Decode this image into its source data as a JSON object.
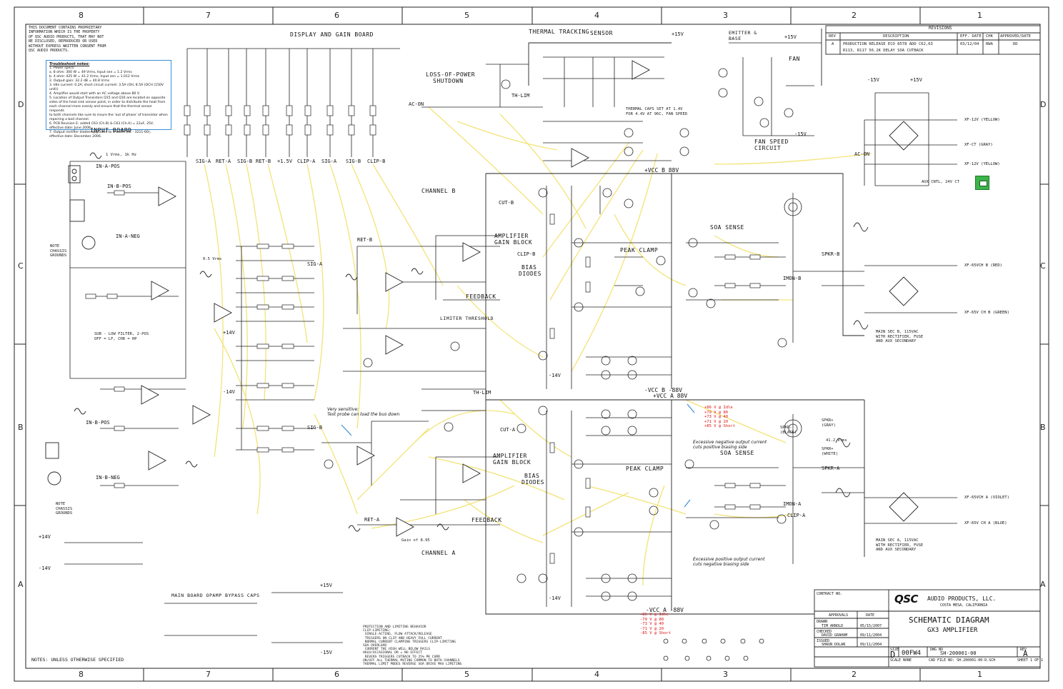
{
  "zones": {
    "columns": [
      "8",
      "7",
      "6",
      "5",
      "4",
      "3",
      "2",
      "1"
    ],
    "rows": [
      "D",
      "C",
      "B",
      "A"
    ]
  },
  "confidential_notice": "THIS DOCUMENT CONTAINS PROPRIETARY\nINFORMATION WHICH IS THE PROPERTY\nOF QSC AUDIO PRODUCTS, THAT MAY NOT\nBE DISCLOSED, REPRODUCED OR USED\nWITHOUT EXPRESS WRITTEN CONSENT FROM\nQSC AUDIO PRODUCTS.",
  "troubleshoot": {
    "heading": "Troubleshoot notes:",
    "items": [
      "1. Power specs:",
      "   a. 8 ohm: 300 W = 49 Vrms, Input sen = 1.2 Vrms",
      "   b. 4 ohm: 425 W = 41.2 Vrms, Input sen = 1.012 Vrms",
      "2. Output gain: 32.2 dB = 40.8 Vrms",
      "3. Idle current: 0.2A; short circuit current: 3.5A (OH, 8.5A (OCH (150V unit))",
      "4. Amplifier would start with an AC voltage above 80 V.",
      "5. Location of Output Transistors Q15 and Q16 are located on opposite",
      "   sides of the heat sink sensor point, in order to distribute the heat from",
      "   each channel more evenly and ensure that the thermal sensor responds",
      "   to both channels like sure to insure the 'out of phase' of transistor when",
      "   repairing a bad channel.",
      "6. PCB Revision E: added C63 (Ch.B) & C63 (Ch.A) = 22uF, 25V,",
      "   effective date: June 2006",
      "7. Output rectifier diodes upgraded to 3 watts (RE - 3211-60),",
      "   effective date: December 2006."
    ]
  },
  "revisions": {
    "title": "REVISIONS",
    "headers": [
      "REV",
      "DESCRIPTION",
      "EFF. DATE",
      "CHK",
      "APPROVED/DATE"
    ],
    "rows": [
      [
        "A",
        "PRODUCTION RELEASE ECO 8578 ADD C62,63",
        "03/12/04",
        "RWA",
        "DD"
      ],
      [
        "",
        "R113, R117 56.2K DELAY SOA CUTBACK",
        "",
        "",
        ""
      ]
    ]
  },
  "section_titles": {
    "display_gain": "DISPLAY AND GAIN BOARD",
    "input_board": "INPUT BOARD",
    "thermal_tracking": "THERMAL TRACKING",
    "sensor": "SENSOR",
    "loss_of_power": "LOSS-OF-POWER",
    "shutdown": "SHUTDOWN",
    "fan": "FAN",
    "fan_speed": "FAN SPEED",
    "fan_circuit": "CIRCUIT",
    "channel_b": "CHANNEL B",
    "channel_a": "CHANNEL A",
    "amp_gain_block_b": "AMPLIFIER",
    "amp_gain_block_b2": "GAIN BLOCK",
    "amp_gain_block_a": "AMPLIFIER",
    "amp_gain_block_a2": "GAIN BLOCK",
    "bias_diodes_b": "BIAS",
    "bias_diodes_b2": "DIODES",
    "bias_diodes_a": "BIAS",
    "bias_diodes_a2": "DIODES",
    "peak_clamp_b": "PEAK CLAMP",
    "peak_clamp_a": "PEAK CLAMP",
    "soa_sense_b": "SOA SENSE",
    "soa_sense_a": "SOA SENSE",
    "feedback_b": "FEEDBACK",
    "feedback_a": "FEEDBACK",
    "limiter_threshold": "LIMITER THRESHOLD",
    "main_board_opamp": "MAIN BOARD OPAMP BYPASS CAPS",
    "emitter_sense": "EMITTER &",
    "base": "BASE"
  },
  "net_labels": {
    "sig_a": "SIG-A",
    "ret_a": "RET-A",
    "sig_b": "SIG-B",
    "ret_b": "RET-B",
    "clip_a": "CLIP-A",
    "clip_b": "CLIP-B",
    "in_a_pos": "IN-A-POS",
    "in_b_pos": "IN-B-POS",
    "in_a_neg": "IN-A-NEG",
    "in_b_neg": "IN-B-NEG",
    "vcc_b_pos": "+VCC B 88V",
    "vcc_b_neg": "-VCC B -88V",
    "vcc_a_pos": "+VCC A 88V",
    "vcc_a_neg": "-VCC A -88V",
    "ac_on": "AC-ON",
    "th_lim": "TH-LIM",
    "cut_a": "CUT-A",
    "cut_b": "CUT-B",
    "spkr_a": "SPKR-A",
    "spkr_b": "SPKR-B",
    "imon_a": "IMON-A",
    "imon_b": "IMON-B",
    "v15p": "+15V",
    "v15n": "-15V",
    "v14p": "+14V",
    "v14n": "-14V",
    "v15_in": "+1.5V"
  },
  "connectors": {
    "xf12v": "XF-12V (YELLOW)",
    "xfct": "XF-CT (GRAY)",
    "xf12vb": "XF-12V (YELLOW)",
    "xf_ch_b_red": "XF-65VCH B (RED)",
    "xf_ch_b_green": "XF-65V CH B (GREEN)",
    "xf_ch_a_violet": "XF-65VCH A (VIOLET)",
    "xf_ch_a_blue": "XF-65V CH A (BLUE)",
    "main_sec_b": "MAIN SEC B, 115VAC\nWITH RECTIFIER, FUSE\nAND AUX SECONDARY",
    "main_sec_a": "MAIN SEC A, 115VAC\nWITH RECTIFIER, FUSE\nAND AUX SECONDARY",
    "aux_ctl": "AUX CNTL, 24V CT",
    "spkr_black": "SPKR-\n(BLACK)",
    "spkr_gray": "SPKR+\n(GRAY)",
    "spkr_white": "SPKR+\n(WHITE)"
  },
  "annotations": {
    "vrms_1": "1 Vrms, 1k Hz",
    "vrms_05": "0.5 Vrms",
    "vrms_41": "41.2 Vrms",
    "gain_38": "Gain of 8.95",
    "note_ground_1": "NOTE\nCHASSIS\nGROUNDS",
    "note_ground_2": "NOTE\nCHASSIS\nGROUNDS",
    "sub_filter": "SUB - LOW FILTER, 2-POS\nOFF = LF, CHR = HP",
    "very_sensitive": "Very sensitive:\nTest probe can load the bus down",
    "neg_output": "Excessive negative output current\ncuts positive biasing side",
    "pos_output": "Excessive positive output current\ncuts negative biasing side",
    "readings_pos": "+86 V @ Idle\n+79 V @ 80\n+73 V @ 40\n+71 V @ 20\n+85 V @ Short",
    "readings_neg": "-86 V @ Idle\n-79 V @ 80\n-73 V @ 40\n-71 V @ 20\n-85 V @ Short",
    "temp_note": "THERMAL CAPS SET AT 1.4V\nFOR 4.4V AT 96C, FAN SPEED",
    "lim_note": "PROTECTION AND LIMITING BEHAVIOR\nCLIP-LIMITING:\n SINGLE-ACTING, FLOW ATTACK/RELEASE\n TRIGGERS ON CLIP AND HEAVY FULL CURRENT\n NORMAL CURRENT CLAMPING TRIGGERS CLIP-LIMITING\nSOA OVERLOAD\n CURRENT THE HIGH WELL BELOW RAILS\nHOLD/OCCASIONAL DR = NO EFFECT\n REVERS TRIGGERS CUTBACK TO 25% PK CURR\nON/OFF ALL THERMAL MUTING COMMON TO BOTH CHANNELS\nTHERMAL LIMIT MODES REVERSE SOA DRIVE MAX LIMITING"
  },
  "title_block": {
    "company": "QSC",
    "company_rest": "AUDIO PRODUCTS, LLC.",
    "location": "COSTA MESA, CALIFORNIA",
    "title": "SCHEMATIC DIAGRAM",
    "subtitle": "GX3 AMPLIFIER",
    "approvals": "APPROVALS",
    "date": "DATE",
    "drawn": "DRAWN",
    "drawn_by": "TIM ARNOLD",
    "drawn_date": "05/15/2007",
    "checked": "CHECKED",
    "checked_by": "DAVID GRAHAM",
    "checked_date": "09/11/2004",
    "issued": "ISSUED",
    "issued_by": "SHAUN DOLAN",
    "issued_date": "09/11/2004",
    "size_label": "SIZE",
    "size": "D",
    "fscm": "00FW4",
    "dwg_no_label": "DWG NO",
    "dwg_no": "SH-200001-00",
    "rev_label": "REV",
    "rev": "A",
    "scale": "SCALE",
    "scale_val": "NONE",
    "cad_file": "CAD FILE NO: SH-200001-00-D.SCH",
    "sheet": "SHEET 1 OF 1",
    "contract": "CONTRACT NO."
  },
  "notes": "NOTES: UNLESS OTHERWISE SPECIFIED",
  "colors": {
    "trace": "#111111",
    "probe": "#f2e06a",
    "note_box": "#3a8fd8",
    "warn": "#d11111",
    "hint": "#1a3fd0",
    "button": "#3cb44b"
  }
}
